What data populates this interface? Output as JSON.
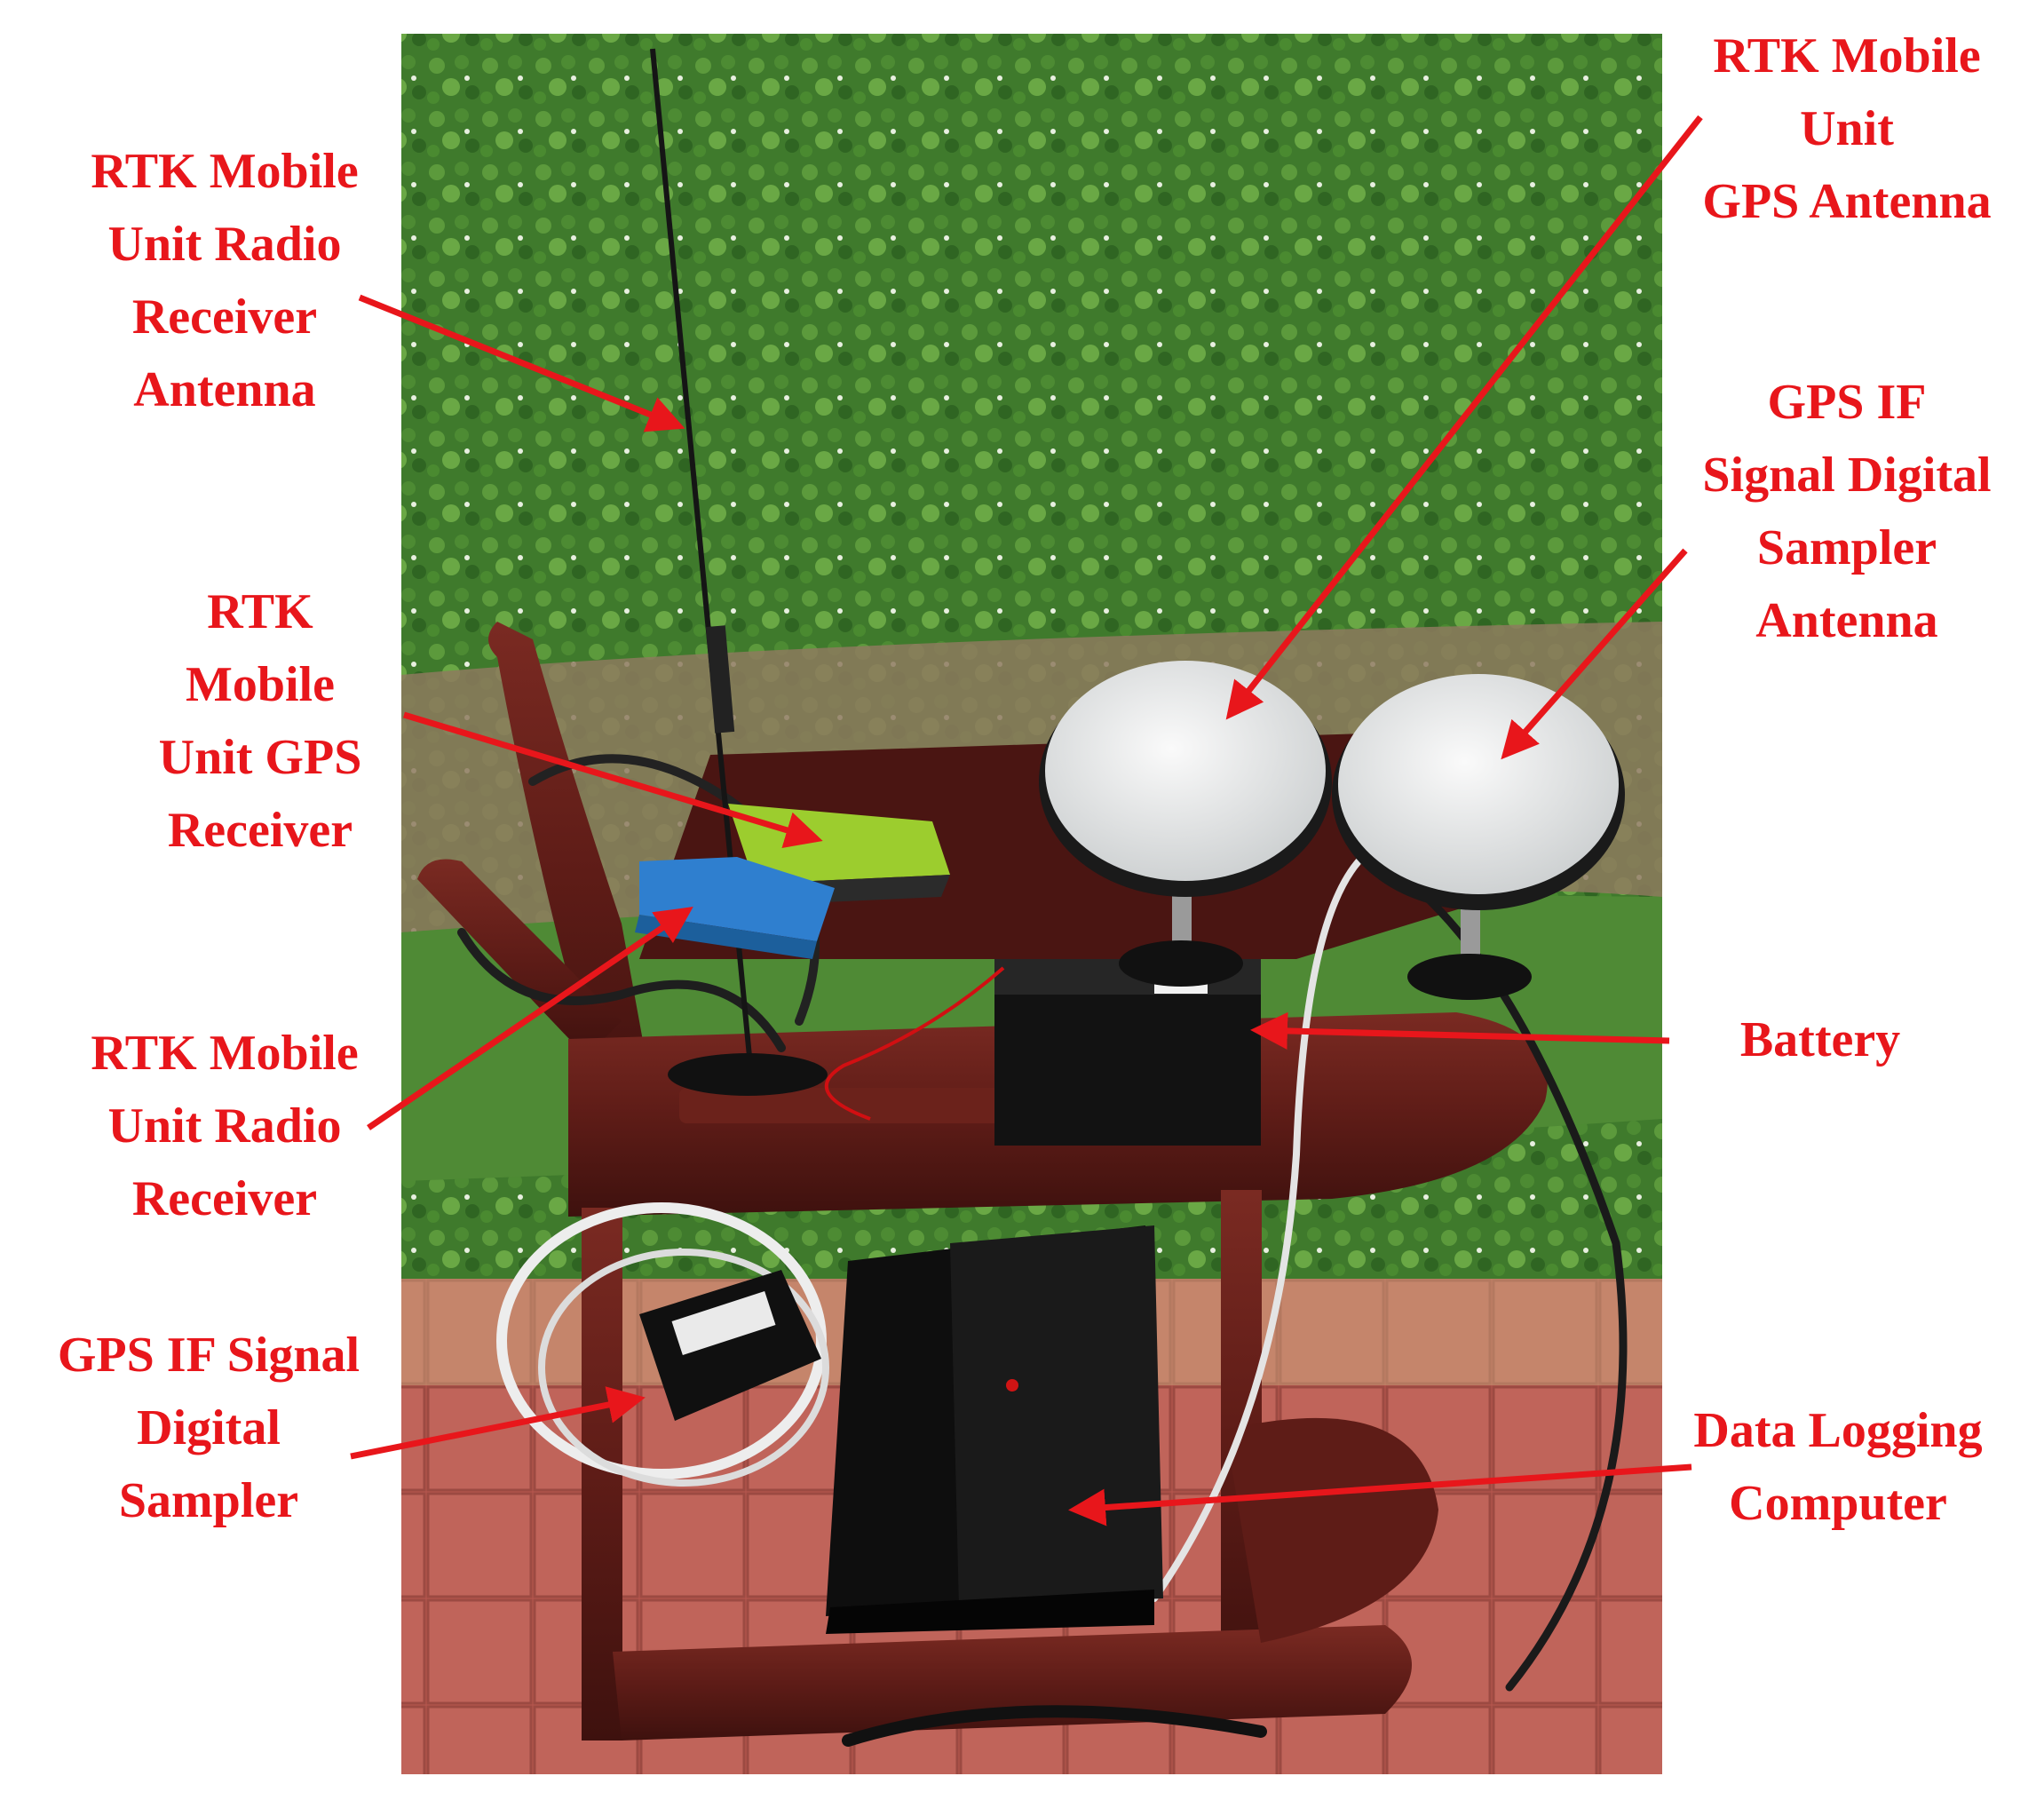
{
  "figure": {
    "colors": {
      "label": "#e8161b",
      "background": "#ffffff"
    },
    "labels": [
      {
        "id": "radio-receiver-antenna",
        "lines": [
          "RTK Mobile",
          "Unit Radio",
          "Receiver",
          "Antenna"
        ]
      },
      {
        "id": "gps-receiver",
        "lines": [
          "RTK",
          "Mobile",
          "Unit GPS",
          "Receiver"
        ]
      },
      {
        "id": "radio-receiver",
        "lines": [
          "RTK Mobile",
          "Unit Radio",
          "Receiver"
        ]
      },
      {
        "id": "digital-sampler",
        "lines": [
          "GPS IF Signal",
          "Digital",
          "Sampler"
        ]
      },
      {
        "id": "gps-antenna",
        "lines": [
          "RTK Mobile",
          "Unit",
          "GPS Antenna"
        ]
      },
      {
        "id": "sampler-antenna",
        "lines": [
          "GPS IF",
          "Signal Digital",
          "Sampler",
          "Antenna"
        ]
      },
      {
        "id": "battery",
        "lines": [
          "Battery"
        ]
      },
      {
        "id": "data-logging-computer",
        "lines": [
          "Data Logging",
          "Computer"
        ]
      }
    ]
  }
}
